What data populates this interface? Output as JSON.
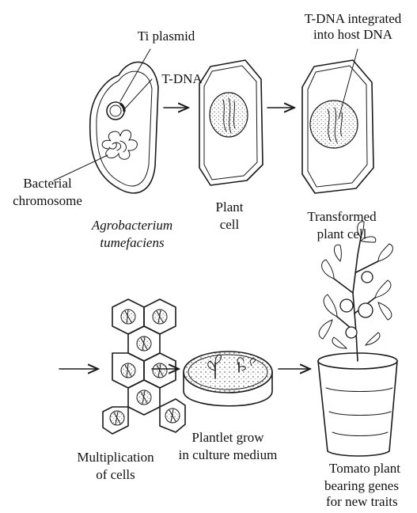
{
  "labels": {
    "ti_plasmid": "Ti plasmid",
    "t_dna": "T-DNA",
    "t_dna_integrated_line1": "T-DNA integrated",
    "t_dna_integrated_line2": "into host DNA",
    "bacterial_line1": "Bacterial",
    "bacterial_line2": "chromosome",
    "agro_line1": "Agrobacterium",
    "agro_line2": "tumefaciens",
    "plant_cell_line1": "Plant",
    "plant_cell_line2": "cell",
    "transformed_line1": "Transformed",
    "transformed_line2": "plant cell",
    "multiplication_line1": "Multiplication",
    "multiplication_line2": "of cells",
    "plantlet_line1": "Plantlet grow",
    "plantlet_line2": "in culture medium",
    "tomato_line1": "Tomato plant",
    "tomato_line2": "bearing genes",
    "tomato_line3": "for new traits"
  }
}
